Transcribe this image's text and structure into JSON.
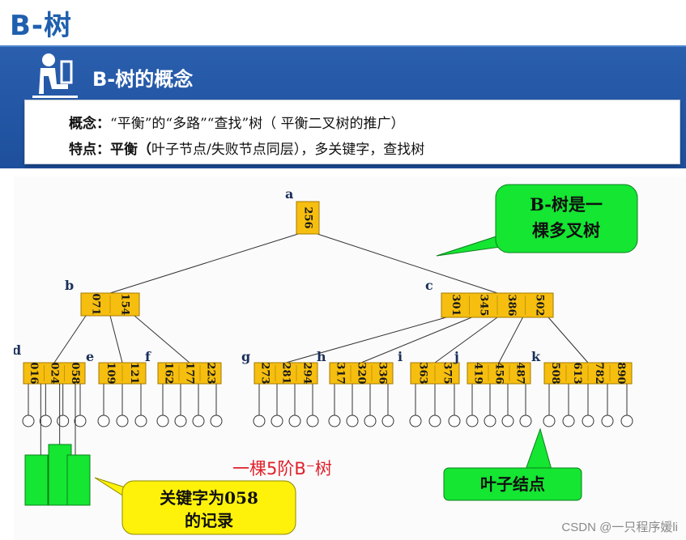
{
  "page": {
    "title": "B-树"
  },
  "section": {
    "title": "B-树的概念",
    "icon": "presenter-icon"
  },
  "concept": {
    "label1": "概念：",
    "text1": "“平衡”的“多路”“查找”树（ 平衡二叉树的推广）",
    "label2": "特点：",
    "bold2": "平衡（",
    "text2": "叶子节点/失败节点同层），多关键字，查找树"
  },
  "diagram": {
    "callout_top": [
      "B-树是一",
      "棵多叉树"
    ],
    "caption": "一棵5阶B⁻树",
    "leaf_label": "叶子结点",
    "record_label": [
      "关键字为058",
      "的记录"
    ],
    "colors": {
      "node": "#f6be0f",
      "node_border": "#a57a00",
      "callout": "#14e632",
      "record_callout": "#fff20a",
      "caption": "#e0202a"
    },
    "nodes": [
      {
        "name": "a",
        "keys": [
          "256"
        ]
      },
      {
        "name": "b",
        "keys": [
          "071",
          "154"
        ]
      },
      {
        "name": "c",
        "keys": [
          "301",
          "345",
          "386",
          "502"
        ]
      },
      {
        "name": "d",
        "keys": [
          "016",
          "024",
          "058"
        ]
      },
      {
        "name": "e",
        "keys": [
          "109",
          "121"
        ]
      },
      {
        "name": "f",
        "keys": [
          "162",
          "177",
          "223"
        ]
      },
      {
        "name": "g",
        "keys": [
          "273",
          "281",
          "294"
        ]
      },
      {
        "name": "h",
        "keys": [
          "317",
          "320",
          "336"
        ]
      },
      {
        "name": "i",
        "keys": [
          "363",
          "375"
        ]
      },
      {
        "name": "j",
        "keys": [
          "419",
          "456",
          "487"
        ]
      },
      {
        "name": "k",
        "keys": [
          "508",
          "613",
          "782",
          "890"
        ]
      }
    ]
  },
  "watermark": "CSDN @一只程序媛li"
}
